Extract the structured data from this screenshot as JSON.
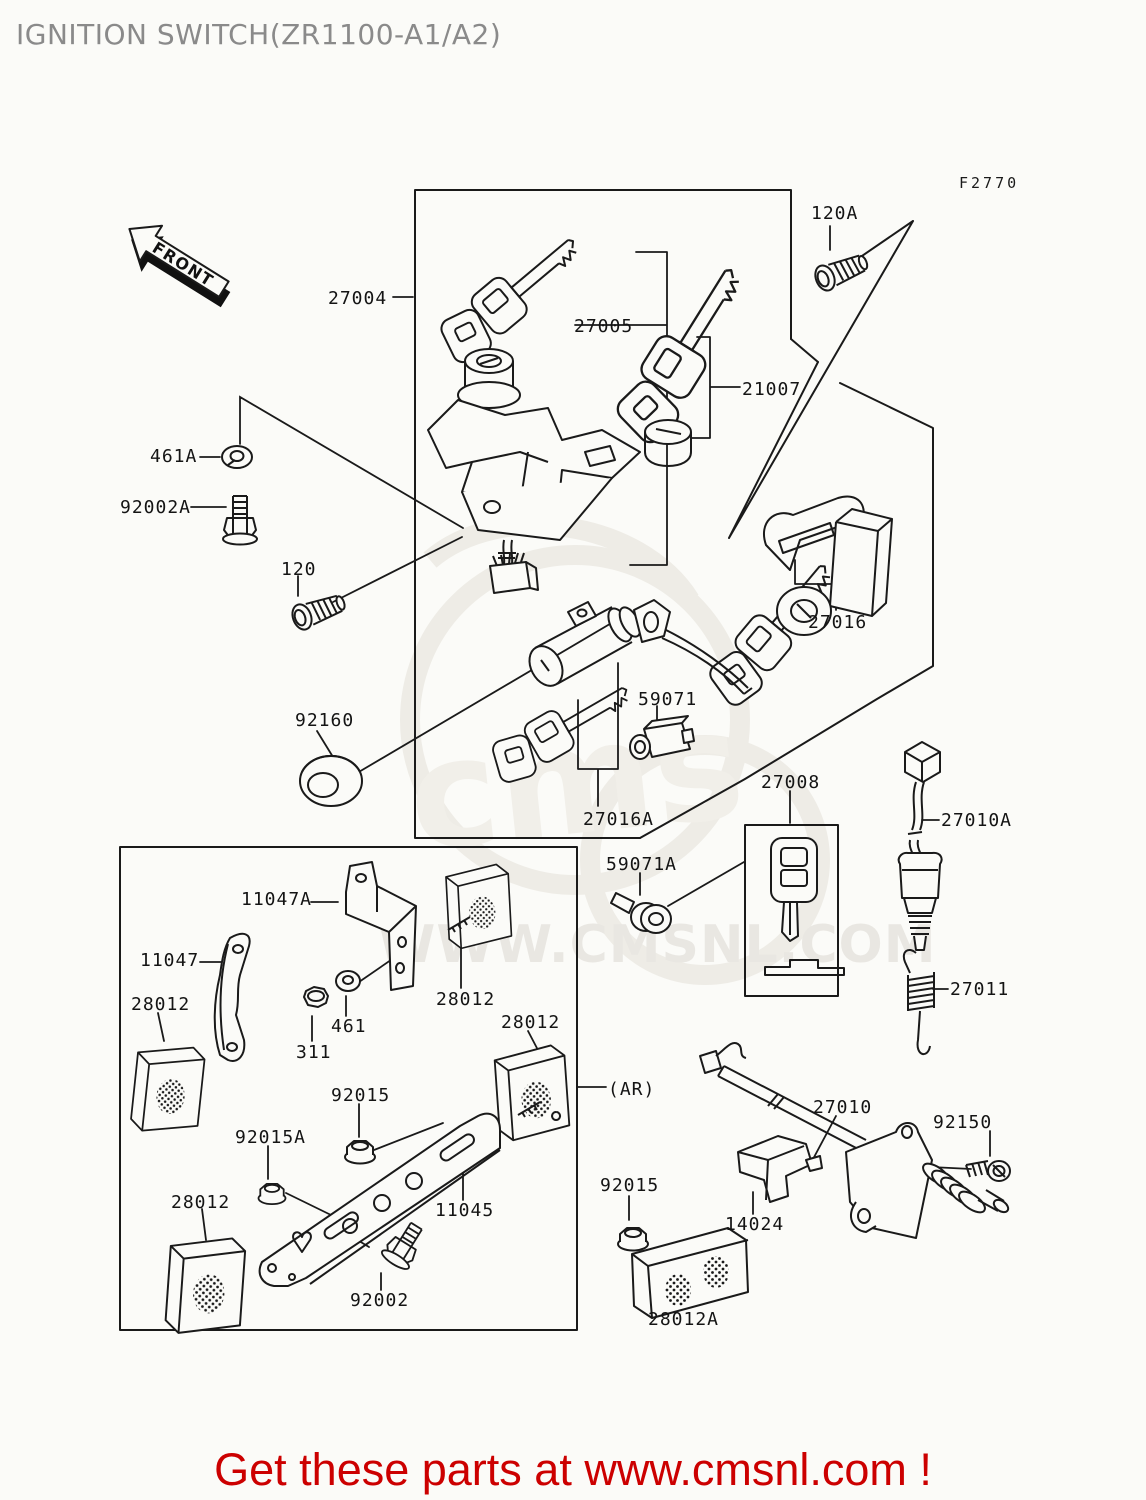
{
  "page": {
    "title": "IGNITION SWITCH(ZR1100-A1/A2)",
    "fiche_code": "F2770",
    "front_label": "FRONT"
  },
  "watermark": {
    "text": "WWW.CMSNL.COM",
    "ghost_text": "cms",
    "color": "#e9e7e2"
  },
  "footer": {
    "text": "Get these parts at www.cmsnl.com !",
    "color": "#cc0000"
  },
  "colors": {
    "background": "#fbfbf8",
    "line": "#1a1a1a",
    "label": "#141414",
    "title": "#8a8a8a"
  },
  "labels": {
    "p27004": "27004",
    "p27005": "27005",
    "p21007": "21007",
    "p120A": "120A",
    "p461A": "461A",
    "p92002A": "92002A",
    "p120": "120",
    "p92160": "92160",
    "p59071": "59071",
    "p27016A": "27016A",
    "p27016": "27016",
    "p27008": "27008",
    "p27010A": "27010A",
    "p27011": "27011",
    "p59071A": "59071A",
    "p11047A": "11047A",
    "p11047": "11047",
    "p28012_left": "28012",
    "p28012_mid": "28012",
    "p28012_right": "28012",
    "p28012_bottom": "28012",
    "p461": "461",
    "p311": "311",
    "p92015_mid": "92015",
    "p92015A": "92015A",
    "p92015_bottom": "92015",
    "p11045": "11045",
    "p92002": "92002",
    "pAR": "(AR)",
    "p27010": "27010",
    "p92150": "92150",
    "p14024": "14024",
    "p28012A": "28012A"
  }
}
